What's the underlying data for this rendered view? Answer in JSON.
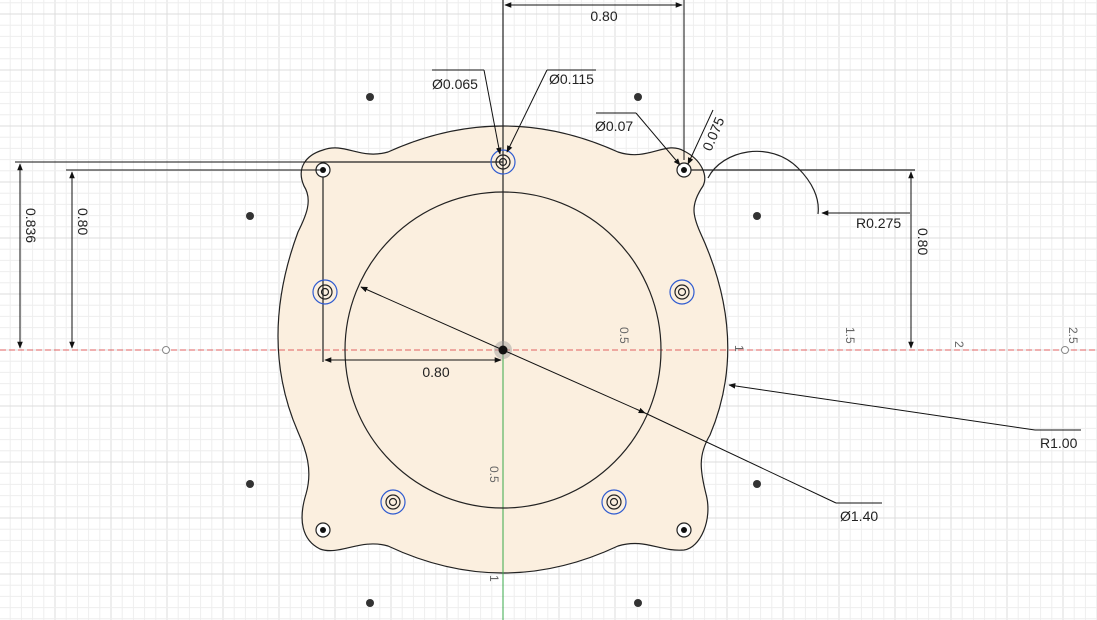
{
  "colors": {
    "background": "#ffffff",
    "grid_minor": "#eeeeee",
    "grid_major": "#dcdcdc",
    "plate_fill": "#fbefdf",
    "sketch_line": "#222222",
    "dimension_line": "#111111",
    "x_axis": "#e06060",
    "y_axis": "#3aa84a",
    "construction_hole": "#2f5bd0",
    "point": "#333333"
  },
  "dimensions": {
    "top_width": "0.80",
    "hole_dia_small": "Ø0.065",
    "hole_dia_large": "Ø0.115",
    "hole_dia_007": "Ø0.07",
    "offset_0075": "0.075",
    "radius_corner": "R0.275",
    "right_height": "0.80",
    "left_height_outer": "0.836",
    "left_height_inner": "0.80",
    "bottom_width": "0.80",
    "outer_radius": "R1.00",
    "inner_diameter": "Ø1.40"
  },
  "axis_labels": {
    "x_05": "0.5",
    "x_1": "1",
    "x_15": "1.5",
    "x_2": "2",
    "x_25": "2.5",
    "y_05": "0.5",
    "y_1": "1"
  }
}
